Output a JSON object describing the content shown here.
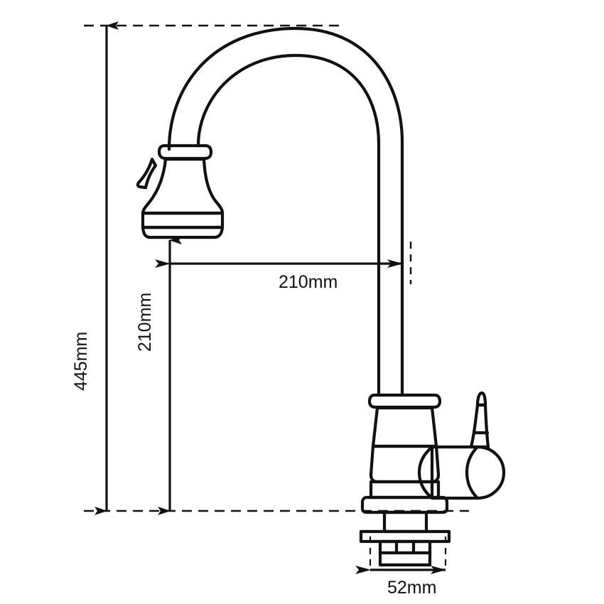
{
  "drawing": {
    "title": "Kitchen faucet technical dimension drawing",
    "subject": "gooseneck pull-down kitchen faucet",
    "view": "side elevation",
    "units": "mm",
    "line_color": "#111111",
    "background_color": "#ffffff"
  },
  "dimensions": {
    "overall_height": {
      "label": "445mm",
      "value": 445,
      "orientation": "vertical",
      "rotated": true
    },
    "spout_height": {
      "label": "210mm",
      "value": 210,
      "orientation": "vertical",
      "rotated": true
    },
    "spout_reach": {
      "label": "210mm",
      "value": 210,
      "orientation": "horizontal",
      "rotated": false
    },
    "base_diameter": {
      "label": "52mm",
      "value": 52,
      "orientation": "horizontal",
      "rotated": false
    }
  },
  "parts": {
    "spray_head": "pull-down spray head",
    "spray_button": "spray-mode-button",
    "gooseneck": "gooseneck arch tube",
    "spout_tube": "vertical spout tube",
    "body": "faucet body",
    "valve_housing": "valve housing",
    "handle": "lever handle",
    "base_flange": "base flange",
    "mounting_shank": "threaded mounting shank"
  },
  "guides": {
    "top_line": "top-reference-dashed-line",
    "base_line": "base-reference-dashed-line",
    "spout_centerline": "spout-centerline-dash"
  }
}
